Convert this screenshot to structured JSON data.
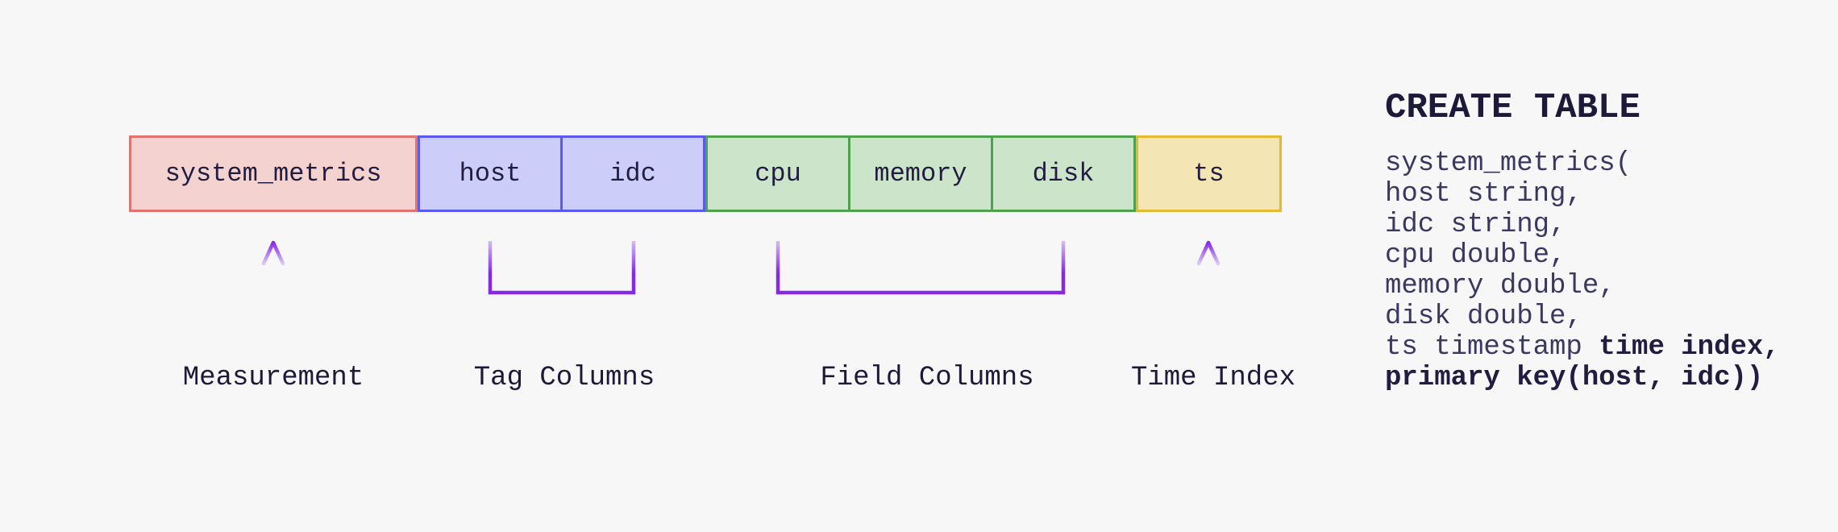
{
  "diagram": {
    "boxes": [
      {
        "label": "system_metrics",
        "group": "measurement"
      },
      {
        "label": "host",
        "group": "tag"
      },
      {
        "label": "idc",
        "group": "tag"
      },
      {
        "label": "cpu",
        "group": "field"
      },
      {
        "label": "memory",
        "group": "field"
      },
      {
        "label": "disk",
        "group": "field"
      },
      {
        "label": "ts",
        "group": "time"
      }
    ],
    "group_labels": {
      "measurement": "Measurement",
      "tag": "Tag Columns",
      "field": "Field Columns",
      "time": "Time Index"
    },
    "colors": {
      "background": "#f7f7f8",
      "measurement_fill": "#f4d2d0",
      "measurement_border": "#e0746d",
      "tag_fill": "#cccdf9",
      "tag_border": "#5a5af1",
      "field_fill": "#cce4c9",
      "field_border": "#4da24d",
      "time_fill": "#f3e5b4",
      "time_border": "#e8b830",
      "annotation_purple": "#8629e3",
      "annotation_purple_light": "#d9c9f4",
      "text_dark": "#211d41"
    }
  },
  "code": {
    "title": "CREATE TABLE",
    "lines": [
      {
        "normal": "system_metrics(",
        "bold": ""
      },
      {
        "normal": "host string,",
        "bold": ""
      },
      {
        "normal": "idc string,",
        "bold": ""
      },
      {
        "normal": "cpu double,",
        "bold": ""
      },
      {
        "normal": "memory double,",
        "bold": ""
      },
      {
        "normal": "disk double,",
        "bold": ""
      },
      {
        "normal": "ts timestamp ",
        "bold": "time index,"
      },
      {
        "normal": "",
        "bold": "primary key(host, idc))"
      }
    ]
  }
}
